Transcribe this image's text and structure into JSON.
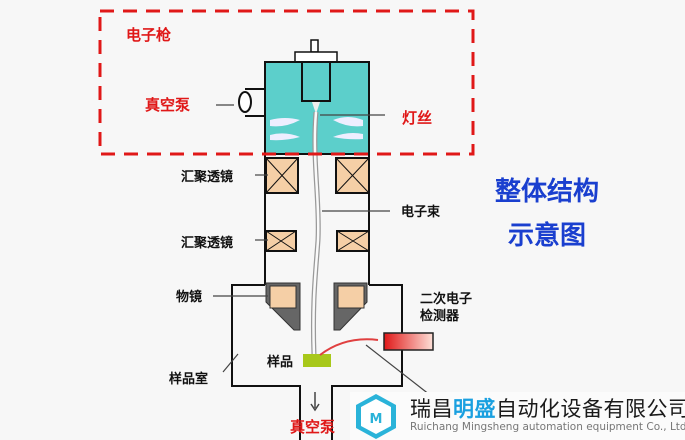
{
  "labels": {
    "electron_gun": "电子枪",
    "vacuum_pump_top": "真空泵",
    "filament": "灯丝",
    "condenser_lens_1": "汇聚透镜",
    "electron_beam": "电子束",
    "condenser_lens_2": "汇聚透镜",
    "objective_lens": "物镜",
    "secondary_detector_line1": "二次电子",
    "secondary_detector_line2": "检测器",
    "sample": "样品",
    "sample_chamber": "样品室",
    "vacuum_pump_bottom": "真空泵"
  },
  "title": {
    "line1": "整体结构",
    "line2": "示意图"
  },
  "watermark": {
    "company_cn_pre": "瑞昌",
    "company_cn_hl": "明盛",
    "company_cn_post": "自动化设备有限公司",
    "company_en": "Ruichang Mingsheng automation equipment Co., Ltd"
  },
  "colors": {
    "gun": "#5ccfcb",
    "lens": "#f5cfa6",
    "highlight": "#e01818",
    "title": "#1a3fcf",
    "sample": "#a8c81a"
  }
}
